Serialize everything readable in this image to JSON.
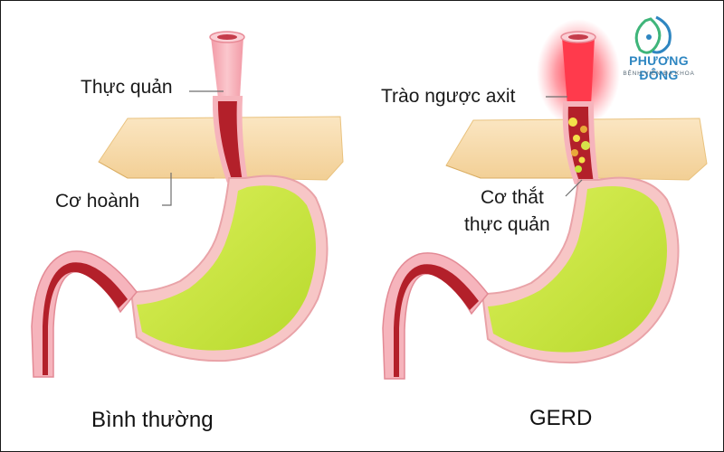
{
  "colors": {
    "stomach_fill": "#c8e63c",
    "stomach_wall": "#f7c6c6",
    "esophagus_fill": "#b3202a",
    "esophagus_pink": "#f6b4bc",
    "diaphragm": "#f6ddb0",
    "acid_glow": "#ff2a3a",
    "brand_blue": "#2e86c1",
    "brand_green": "#3fb57a"
  },
  "logo": {
    "icon": "phuong-dong-leaf-logo-icon",
    "brand": "PHƯƠNG ĐÔNG",
    "subtitle": "BỆNH VIỆN ĐA KHOA"
  },
  "normal": {
    "label_esophagus": "Thực quản",
    "label_diaphragm": "Cơ hoành",
    "caption": "Bình thường"
  },
  "gerd": {
    "label_acid_reflux": "Trào ngược axit",
    "label_sphincter_line1": "Cơ thắt",
    "label_sphincter_line2": "thực quản",
    "caption": "GERD"
  }
}
